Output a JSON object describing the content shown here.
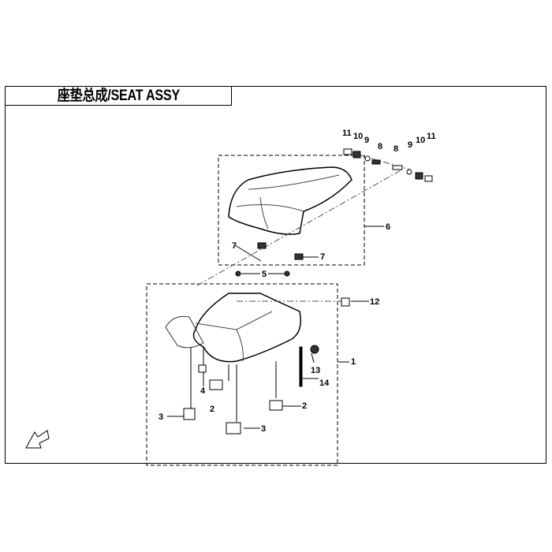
{
  "title": "座垫总成/SEAT ASSY",
  "callouts": {
    "c1": "1",
    "c2a": "2",
    "c2b": "2",
    "c3a": "3",
    "c3b": "3",
    "c4": "4",
    "c5": "5",
    "c6": "6",
    "c7a": "7",
    "c7b": "7",
    "c8a": "8",
    "c8b": "8",
    "c9a": "9",
    "c9b": "9",
    "c10a": "10",
    "c10b": "10",
    "c11a": "11",
    "c11b": "11",
    "c12": "12",
    "c13": "13",
    "c14": "14"
  }
}
